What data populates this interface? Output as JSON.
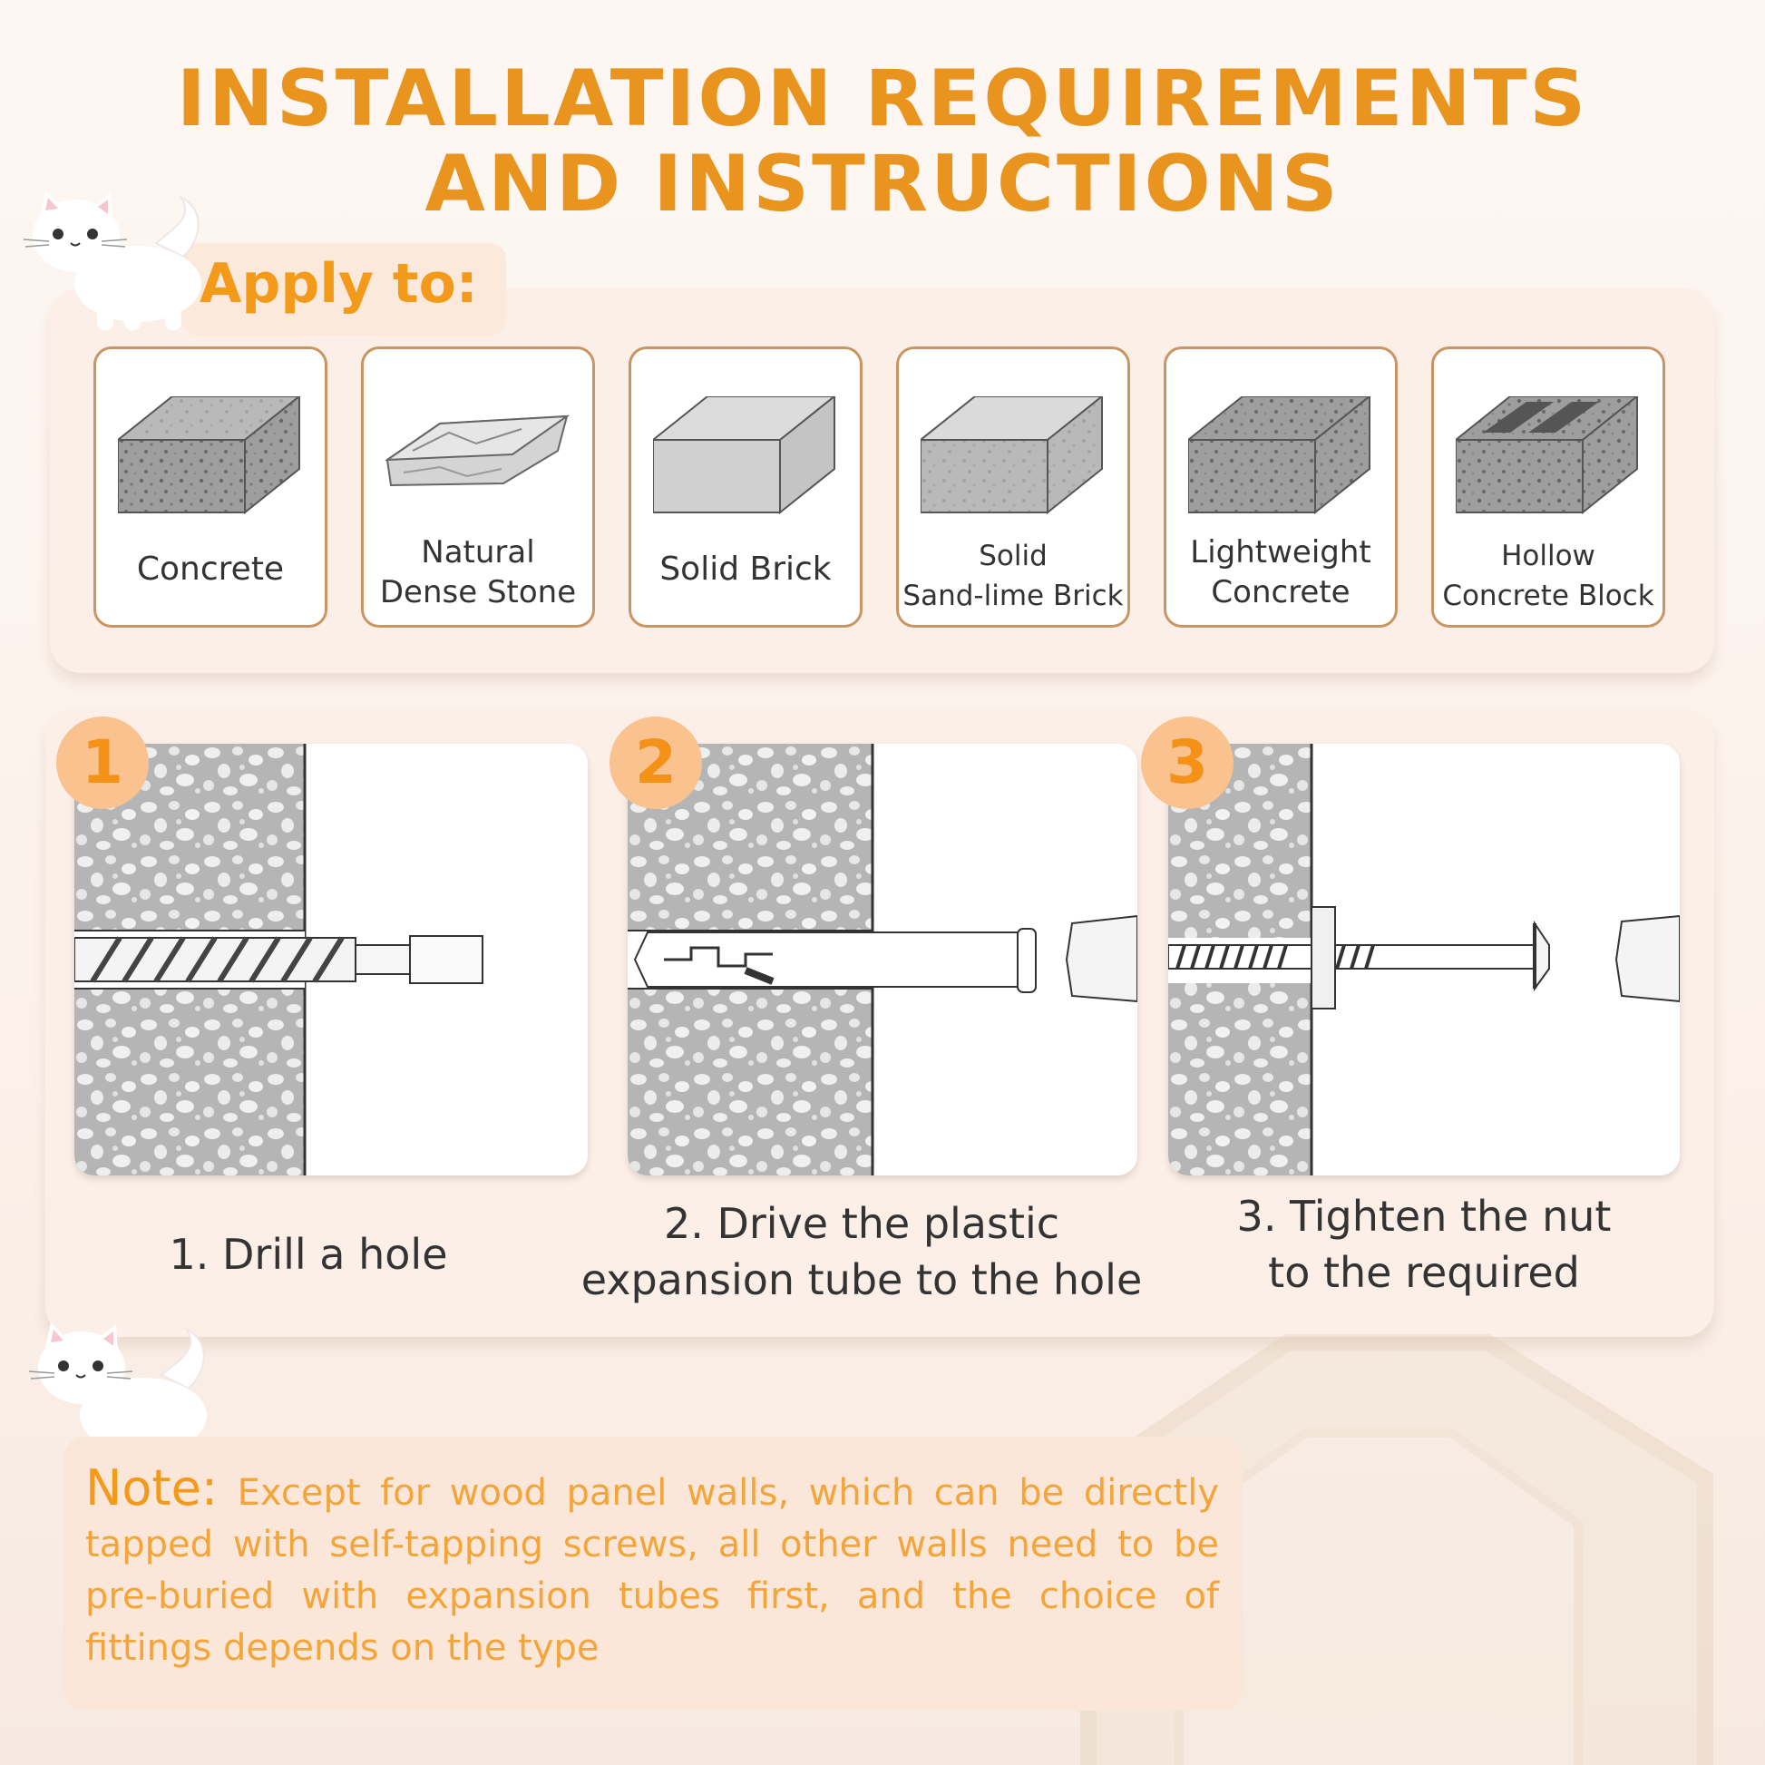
{
  "title": {
    "line1": "INSTALLATION REQUIREMENTS",
    "line2": "AND INSTRUCTIONS"
  },
  "apply": {
    "label": "Apply to:",
    "materials": [
      {
        "line1": "Concrete",
        "line2": ""
      },
      {
        "line1": "Natural",
        "line2": "Dense Stone"
      },
      {
        "line1": "Solid Brick",
        "line2": ""
      },
      {
        "line1": "Solid",
        "line2": "Sand-lime Brick"
      },
      {
        "line1": "Lightweight",
        "line2": "Concrete"
      },
      {
        "line1": "Hollow",
        "line2": "Concrete Block"
      }
    ]
  },
  "steps": [
    {
      "number": "1",
      "line1": "1. Drill a hole",
      "line2": ""
    },
    {
      "number": "2",
      "line1": "2. Drive the plastic",
      "line2": "expansion tube to the hole"
    },
    {
      "number": "3",
      "line1": "3. Tighten the nut",
      "line2": "to the required"
    }
  ],
  "note": {
    "head": "Note:",
    "body": " Except for wood panel walls, which can be directly tapped with self-tapping screws, all other walls need to be pre-buried with expansion tubes first, and the choice of fittings depends on the type"
  },
  "colors": {
    "accent": "#e8941f",
    "badge": "#f9c28f",
    "card_border": "#c99563",
    "note_text": "#f3a53a"
  },
  "icons": [
    "cat-icon",
    "concrete-block-icon",
    "stone-icon",
    "brick-icon",
    "hollow-block-icon"
  ]
}
